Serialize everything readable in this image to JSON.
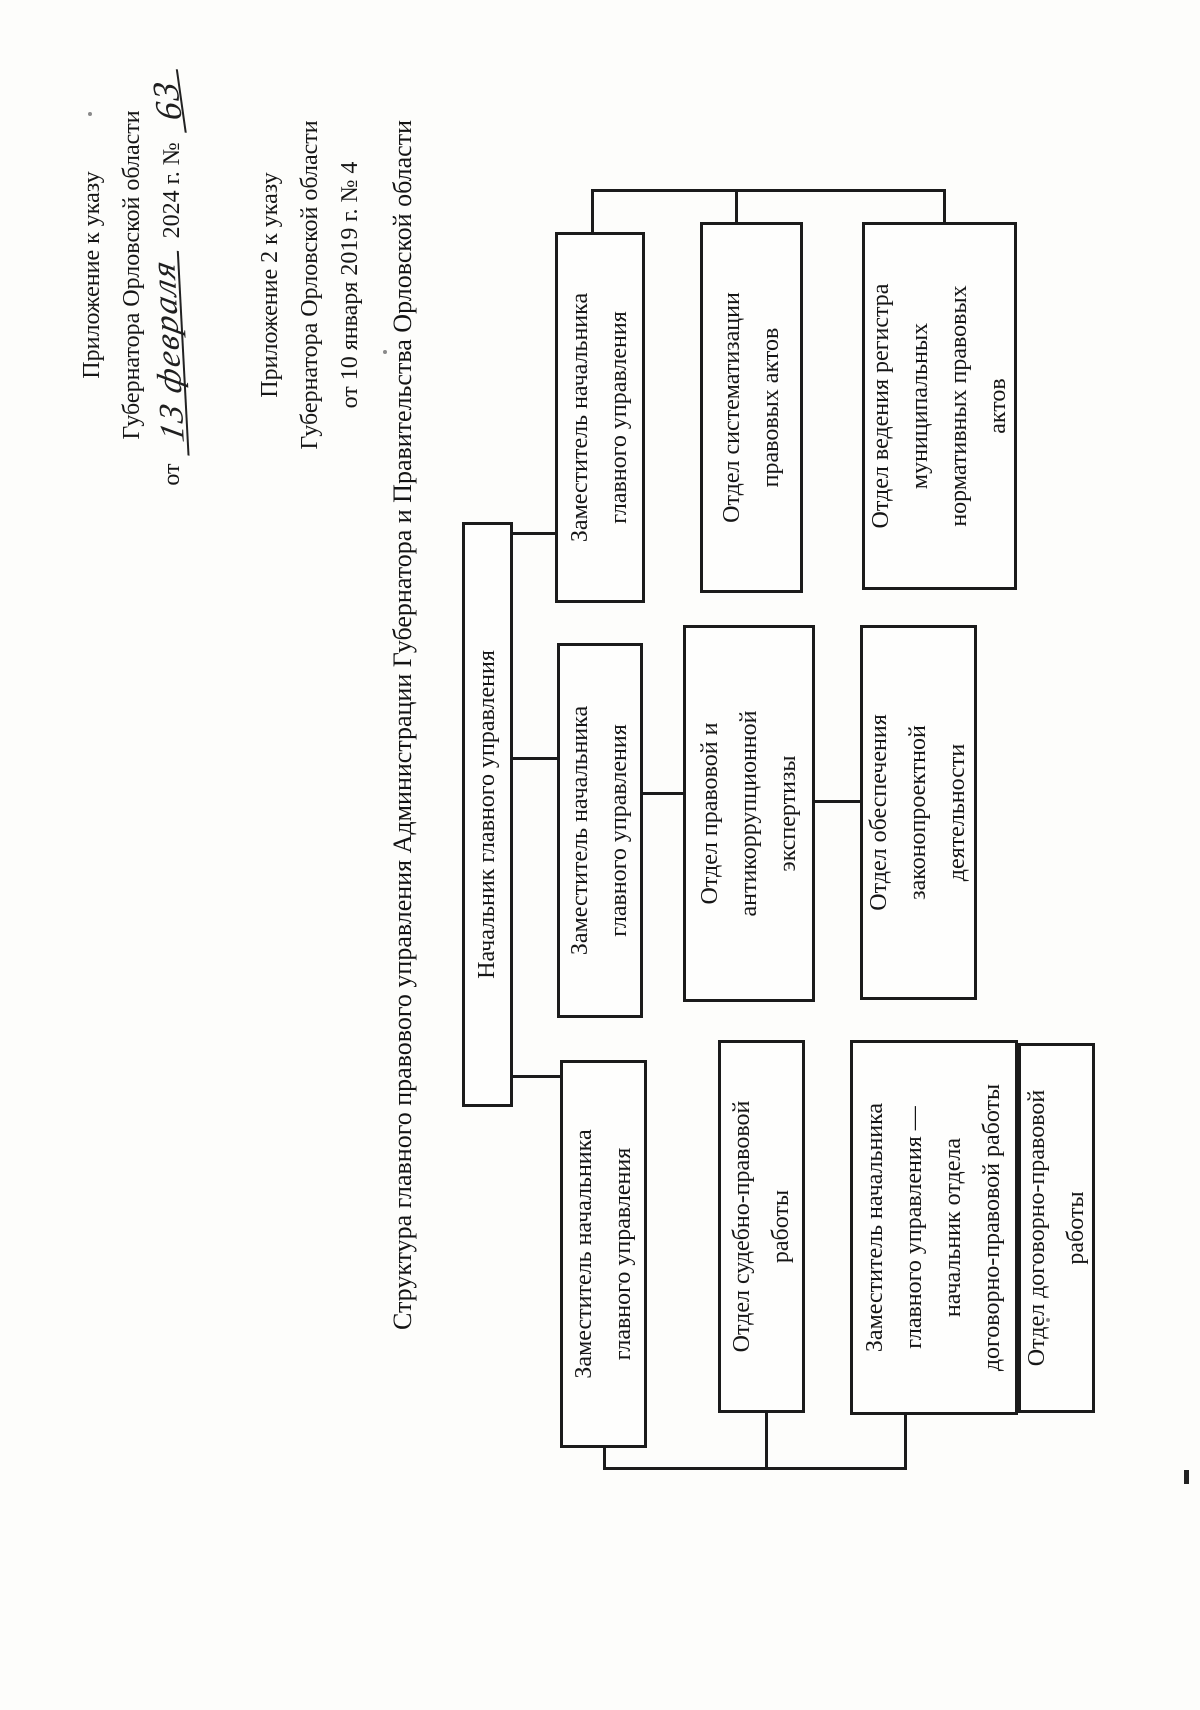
{
  "document": {
    "stamp_primary": {
      "line1": "Приложение к указу",
      "line2": "Губернатора Орловской области",
      "prefix": "от",
      "handwritten_date": "13 февраля",
      "year_suffix": "2024 г. №",
      "handwritten_number": "63"
    },
    "stamp_secondary": {
      "line1": "Приложение 2 к указу",
      "line2": "Губернатора Орловской области",
      "line3": "от 10 января 2019 г. № 4"
    },
    "title": "Структура главного правового управления Администрации Губернатора и Правительства Орловской области"
  },
  "org_chart": {
    "head": "Начальник главного управления",
    "deputy_right": "Заместитель начальника\nглавного управления",
    "deputy_center": "Заместитель начальника\nглавного управления",
    "deputy_left": "Заместитель начальника\nглавного управления",
    "dept_systematization": "Отдел систематизации\nправовых актов",
    "dept_registry": "Отдел ведения регистра\nмуниципальных\nнормативных правовых\nактов",
    "dept_expertise": "Отдел правовой и\nантикоррупционной\nэкспертизы",
    "dept_lawmaking": "Отдел обеспечения\nзаконопроектной\nдеятельности",
    "dept_judicial": "Отдел судебно-правовой\nработы",
    "deputy_contract_head": "Заместитель начальника\nглавного управления —\nначальник отдела\nдоговорно-правовой работы",
    "dept_contract": "Отдел договорно-правовой\nработы"
  }
}
